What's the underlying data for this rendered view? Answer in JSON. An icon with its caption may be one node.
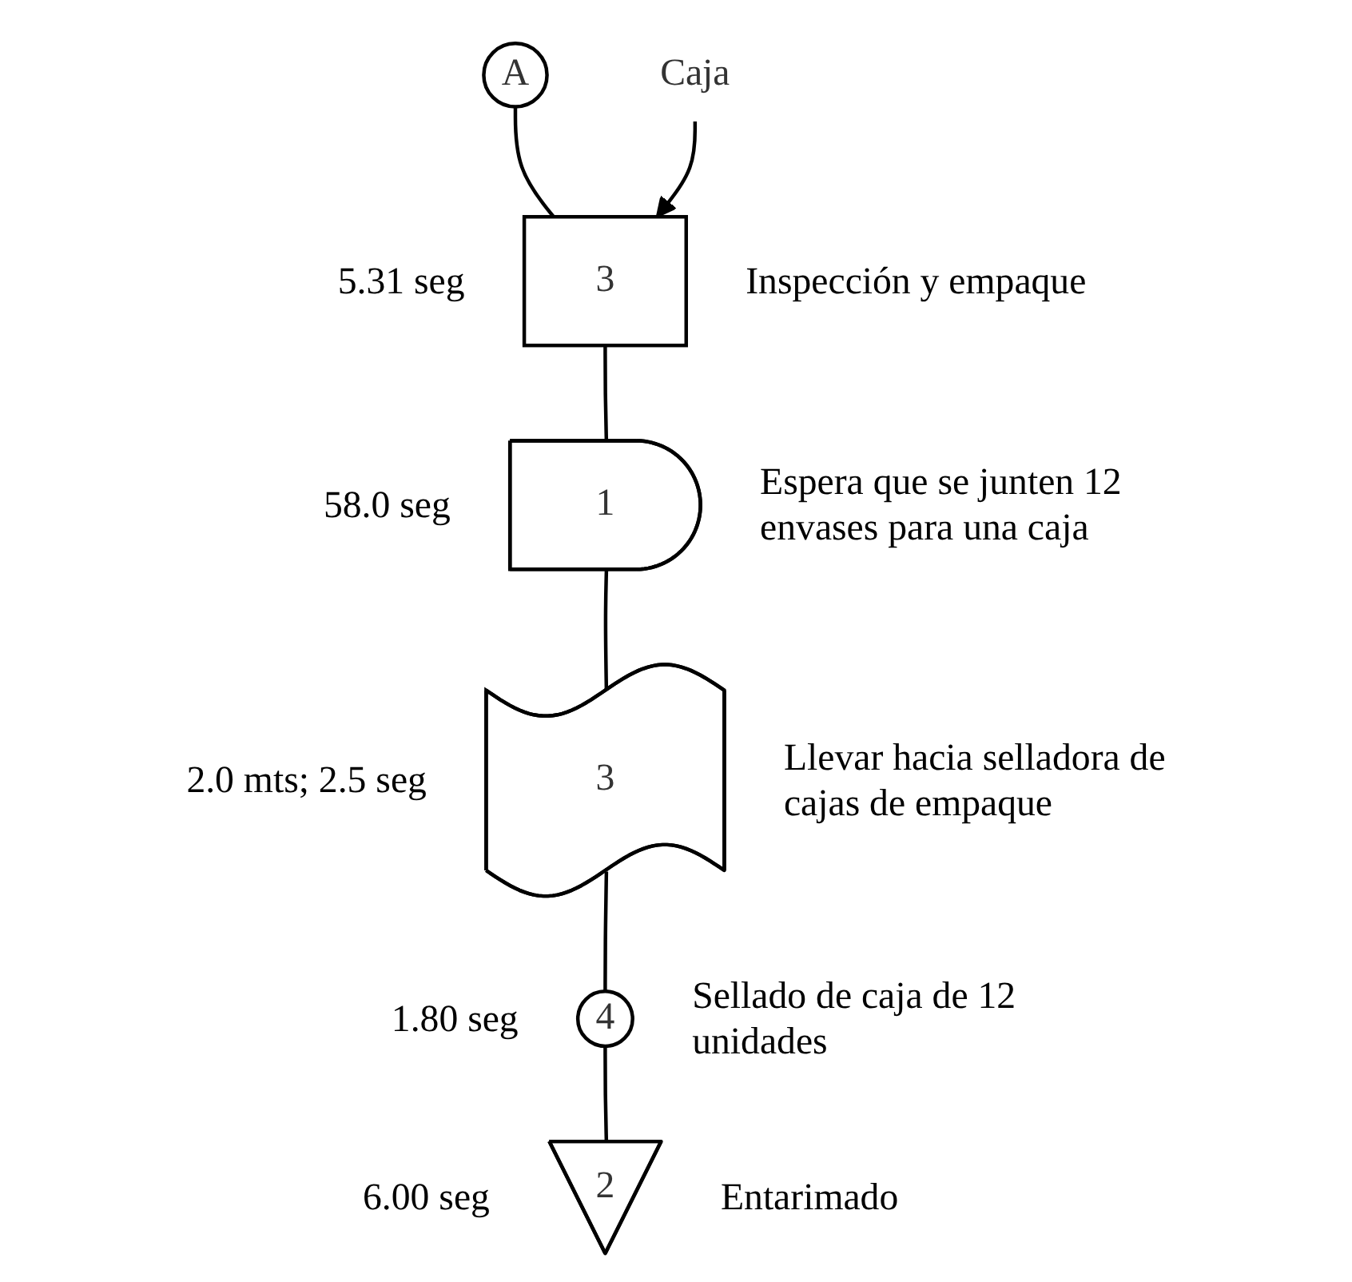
{
  "diagram": {
    "nodes": [
      {
        "text": [
          "A"
        ]
      },
      {
        "text": [
          "Caja"
        ]
      },
      {
        "text": [
          "3"
        ],
        "beside": [
          "5.31 seg",
          "Inspección y empaque"
        ]
      },
      {
        "text": [
          "1"
        ],
        "beside": [
          "58.0 seg",
          "Espera que se junten 12 envases para una caja"
        ]
      },
      {
        "text": [
          "3"
        ],
        "beside": [
          "2.0 mts; 2.5 seg",
          "Llevar hacia selladora de cajas de empaque"
        ]
      },
      {
        "text": [
          "4"
        ],
        "beside": [
          "1.80 seg",
          "Sellado de caja de 12 unidades"
        ]
      },
      {
        "text": [
          "2"
        ],
        "beside": [
          "6.00 seg",
          "Entarimado"
        ]
      }
    ],
    "edges": [
      {
        "from": 0,
        "to": 2,
        "arrow": "none"
      },
      {
        "from": 1,
        "to": 2,
        "arrow": "to"
      },
      {
        "from": 2,
        "to": 3,
        "arrow": "none"
      },
      {
        "from": 3,
        "to": 4,
        "arrow": "none"
      },
      {
        "from": 4,
        "to": 5,
        "arrow": "none"
      },
      {
        "from": 5,
        "to": 6,
        "arrow": "none"
      }
    ]
  }
}
